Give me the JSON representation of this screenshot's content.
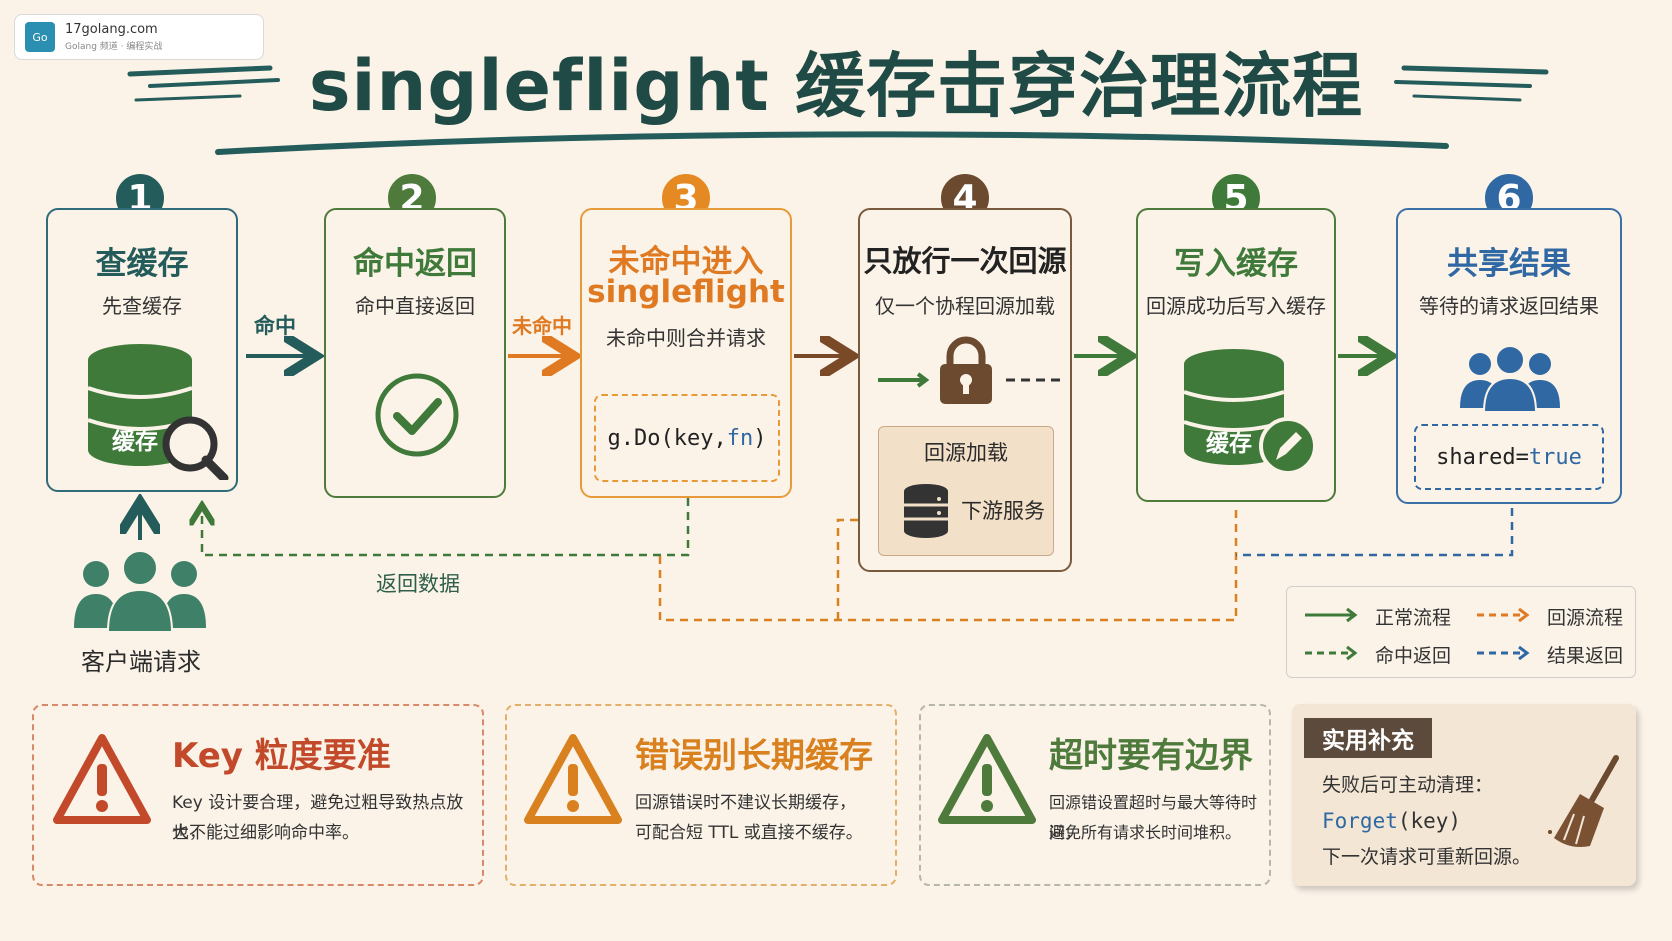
{
  "watermark": {
    "logo": "Go",
    "site": "17golang.com",
    "tagline": "Golang 频道 · 编程实战"
  },
  "title": "singleflight 缓存击穿治理流程",
  "steps": [
    {
      "num": "1",
      "title": "查缓存",
      "subtitle": "先查缓存",
      "icon_label": "缓存"
    },
    {
      "num": "2",
      "title": "命中返回",
      "subtitle": "命中直接返回"
    },
    {
      "num": "3",
      "title": "未命中进入",
      "title2": "singleflight",
      "subtitle": "未命中则合并请求",
      "code": {
        "a": "g.Do(key, ",
        "b": "fn",
        "c": ")"
      }
    },
    {
      "num": "4",
      "title": "只放行一次回源",
      "subtitle": "仅一个协程回源加载",
      "inner_title": "回源加载",
      "inner_service": "下游服务"
    },
    {
      "num": "5",
      "title": "写入缓存",
      "subtitle": "回源成功后写入缓存",
      "icon_label": "缓存"
    },
    {
      "num": "6",
      "title": "共享结果",
      "subtitle": "等待的请求返回结果",
      "code": {
        "a": "shared=",
        "b": "true"
      }
    }
  ],
  "arrows": {
    "hit": "命中",
    "miss": "未命中",
    "return_data": "返回数据"
  },
  "client": {
    "label": "客户端请求"
  },
  "legend": [
    {
      "label": "正常流程",
      "color": "#3f7a3a",
      "dashed": false
    },
    {
      "label": "回源流程",
      "color": "#e07a22",
      "dashed": true
    },
    {
      "label": "命中返回",
      "color": "#3f7a3a",
      "dashed": true
    },
    {
      "label": "结果返回",
      "color": "#2f68a2",
      "dashed": true
    }
  ],
  "tips": [
    {
      "title": "Key 粒度要准",
      "line1": "Key 设计要合理，避免过粗导致热点放大，",
      "line2": "也不能过细影响命中率。",
      "color": "#c24a2a"
    },
    {
      "title": "错误别长期缓存",
      "line1": "回源错误时不建议长期缓存，",
      "line2": "可配合短 TTL 或直接不缓存。",
      "color": "#d9801f"
    },
    {
      "title": "超时要有边界",
      "line1": "回源错设置超时与最大等待时间，",
      "line2": "避免所有请求长时间堆积。",
      "color": "#4e7a3b"
    }
  ],
  "note": {
    "badge": "实用补充",
    "line1": "失败后可主动清理：",
    "code_fn": "Forget",
    "code_arg": "(key)",
    "line3": "下一次请求可重新回源。"
  },
  "colors": {
    "bg": "#fbf3e8",
    "teal": "#245c5b",
    "green": "#4e7a3b",
    "orange": "#e58a22",
    "brown": "#6b4a30",
    "blue": "#2f68a2"
  }
}
